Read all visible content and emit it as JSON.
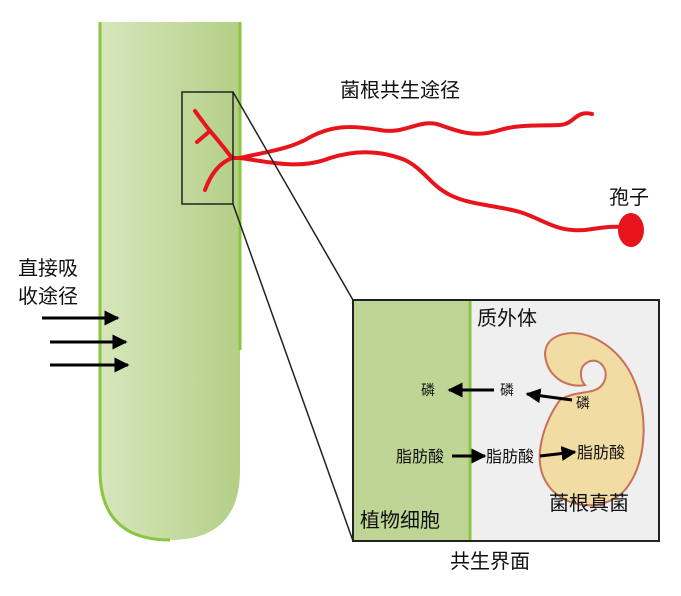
{
  "labels": {
    "mycorrhizal_path": "菌根共生途径",
    "spore": "孢子",
    "direct_line1": "直接吸",
    "direct_line2": "收途径",
    "apoplast": "质外体",
    "phosphorus_left": "磷",
    "phosphorus_mid": "磷",
    "phosphorus_right": "磷",
    "fatty_acid_left": "脂肪酸",
    "fatty_acid_mid": "脂肪酸",
    "fatty_acid_right": "脂肪酸",
    "plant_cell": "植物细胞",
    "fungus": "菌根真菌",
    "interface": "共生界面"
  },
  "colors": {
    "root_fill": "#c6dba3",
    "root_outline": "#8cc63f",
    "hypha": "#e8141c",
    "plant_cell_fill": "#bfd596",
    "apoplast_fill": "#f0efef",
    "fungus_fill": "#f1dca3",
    "fungus_outline": "#c8705a"
  }
}
